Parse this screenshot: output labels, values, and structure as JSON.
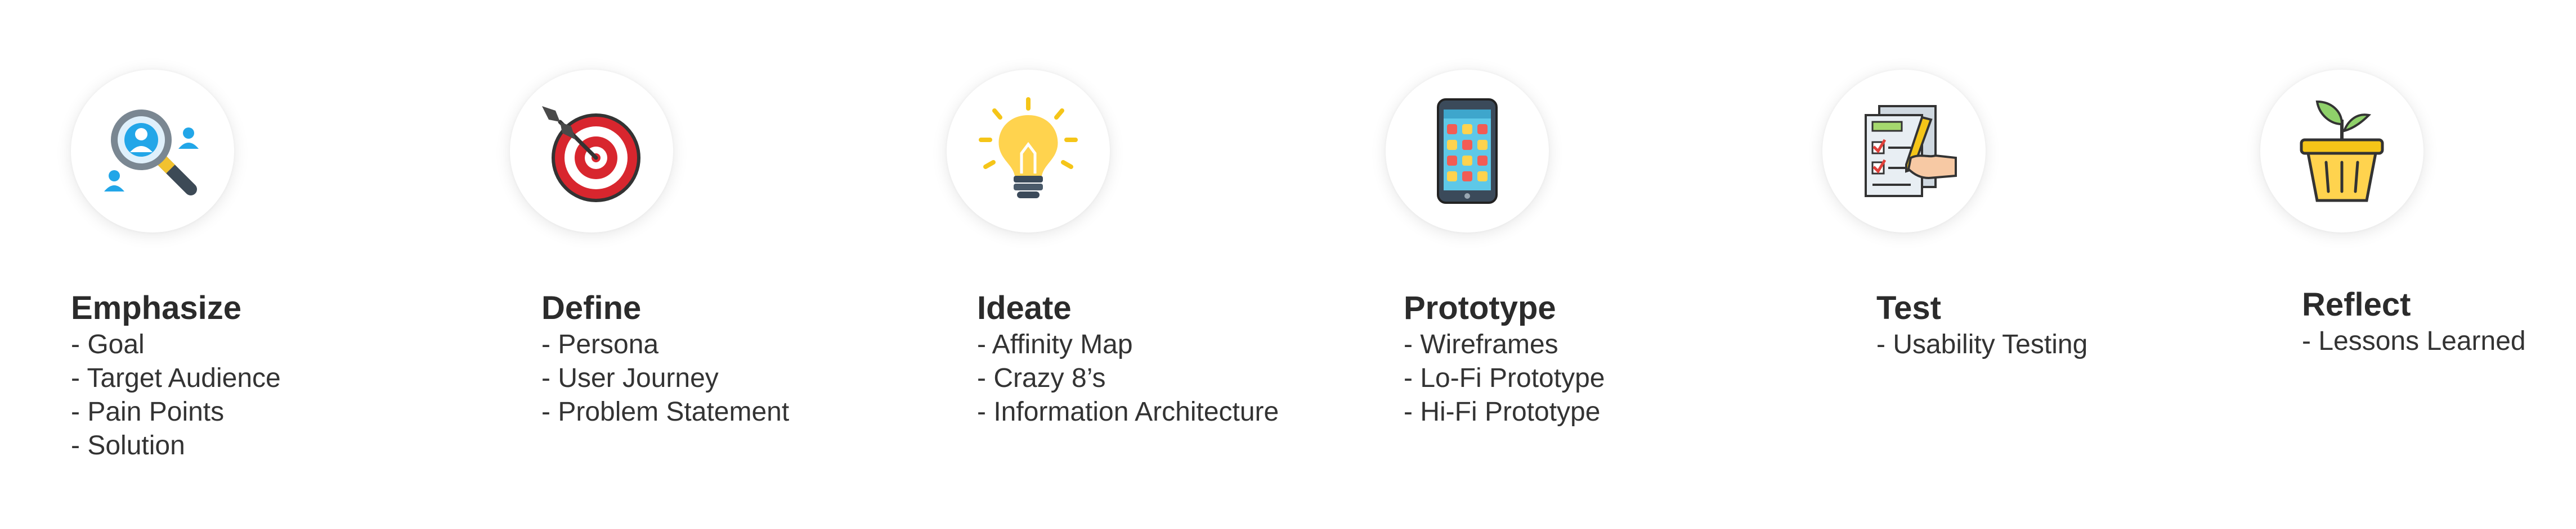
{
  "steps": [
    {
      "id": "emphasize",
      "title": "Emphasize",
      "icon": "magnifier-users-icon",
      "items": [
        "- Goal",
        "- Target Audience",
        "- Pain Points",
        "- Solution"
      ]
    },
    {
      "id": "define",
      "title": "Define",
      "icon": "target-dart-icon",
      "items": [
        "- Persona",
        "- User Journey",
        "- Problem Statement"
      ]
    },
    {
      "id": "ideate",
      "title": "Ideate",
      "icon": "lightbulb-icon",
      "items": [
        "- Affinity Map",
        "- Crazy 8’s",
        "- Information Architecture"
      ]
    },
    {
      "id": "prototype",
      "title": "Prototype",
      "icon": "smartphone-app-grid-icon",
      "items": [
        "- Wireframes",
        "- Lo-Fi Prototype",
        "- Hi-Fi Prototype"
      ]
    },
    {
      "id": "test",
      "title": "Test",
      "icon": "checklist-pen-icon",
      "items": [
        "- Usability Testing"
      ]
    },
    {
      "id": "reflect",
      "title": "Reflect",
      "icon": "potted-plant-icon",
      "items": [
        "- Lessons Learned"
      ]
    }
  ]
}
